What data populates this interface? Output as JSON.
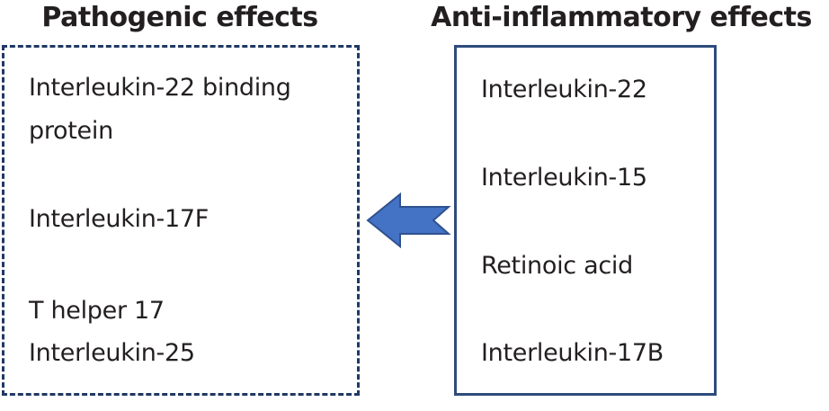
{
  "figure": {
    "left_panel": {
      "title": "Pathogenic effects",
      "border_style": "dashed",
      "items": [
        "Interleukin-22 binding protein",
        "Interleukin-17F",
        "T helper 17",
        "Interleukin-25"
      ]
    },
    "right_panel": {
      "title": "Anti-inflammatory effects",
      "border_style": "solid",
      "items": [
        "Interleukin-22",
        "Interleukin-15",
        "Retinoic acid",
        "Interleukin-17B"
      ]
    },
    "arrow": {
      "direction": "left",
      "meaning": "from anti-inflammatory panel toward pathogenic panel"
    },
    "colors": {
      "dashed_border": "#203864",
      "solid_border": "#2E4B7C",
      "arrow_fill": "#4472C4",
      "arrow_stroke": "#2F528F",
      "text": "#231F20",
      "bg": "#FFFFFF"
    }
  }
}
